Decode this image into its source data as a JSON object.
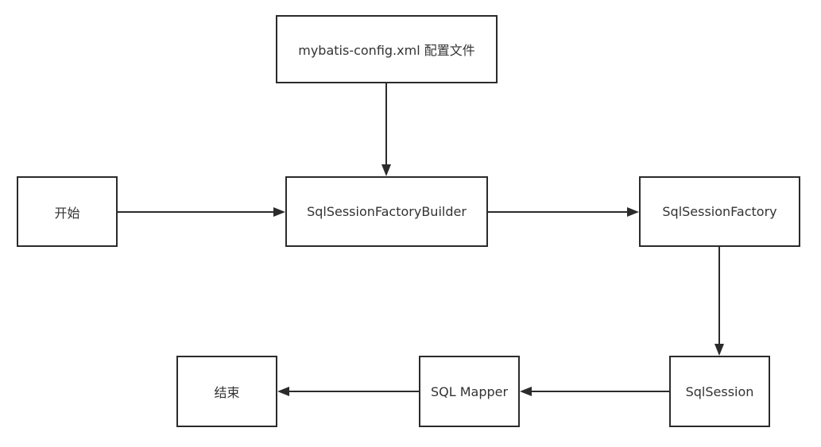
{
  "diagram": {
    "nodes": {
      "config": {
        "label": "mybatis-config.xml 配置文件"
      },
      "start": {
        "label": "开始"
      },
      "builder": {
        "label": "SqlSessionFactoryBuilder"
      },
      "factory": {
        "label": "SqlSessionFactory"
      },
      "session": {
        "label": "SqlSession"
      },
      "mapper": {
        "label": "SQL Mapper"
      },
      "end": {
        "label": "结束"
      }
    },
    "edges": [
      {
        "from": "config",
        "to": "builder"
      },
      {
        "from": "start",
        "to": "builder"
      },
      {
        "from": "builder",
        "to": "factory"
      },
      {
        "from": "factory",
        "to": "session"
      },
      {
        "from": "session",
        "to": "mapper"
      },
      {
        "from": "mapper",
        "to": "end"
      }
    ],
    "colors": {
      "stroke": "#2b2b2b",
      "text": "#333333",
      "background": "#ffffff"
    }
  }
}
